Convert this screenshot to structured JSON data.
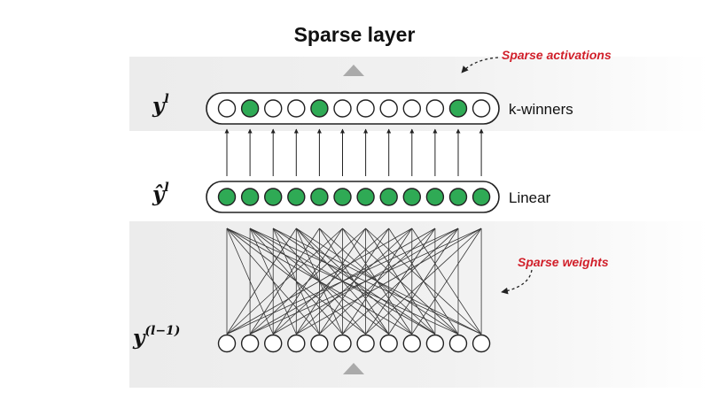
{
  "title": "Sparse layer",
  "labels": {
    "top_layer": "k-winners",
    "mid_layer": "Linear"
  },
  "math": {
    "top_base": "y",
    "top_sup": "l",
    "mid_base": "ŷ",
    "mid_sup": "l",
    "bottom_base": "y",
    "bottom_sup": "(l−1)"
  },
  "annotations": {
    "activations": "Sparse activations",
    "weights": "Sparse weights"
  },
  "colors": {
    "active_node": "#2faa55",
    "inactive_node": "#ffffff",
    "annotation": "#d11f2a",
    "arrow": "#aaaaaa"
  },
  "layers": {
    "kwinners_active": [
      false,
      true,
      false,
      false,
      true,
      false,
      false,
      false,
      false,
      false,
      true,
      false
    ],
    "linear_active": [
      true,
      true,
      true,
      true,
      true,
      true,
      true,
      true,
      true,
      true,
      true,
      true
    ],
    "input_active": [
      false,
      false,
      false,
      false,
      false,
      false,
      false,
      false,
      false,
      false,
      false,
      false
    ]
  },
  "connections": [
    [
      0,
      0
    ],
    [
      0,
      3
    ],
    [
      0,
      5
    ],
    [
      0,
      8
    ],
    [
      0,
      10
    ],
    [
      1,
      1
    ],
    [
      1,
      4
    ],
    [
      1,
      6
    ],
    [
      1,
      9
    ],
    [
      1,
      11
    ],
    [
      2,
      0
    ],
    [
      2,
      2
    ],
    [
      2,
      5
    ],
    [
      2,
      7
    ],
    [
      2,
      10
    ],
    [
      3,
      1
    ],
    [
      3,
      3
    ],
    [
      3,
      6
    ],
    [
      3,
      8
    ],
    [
      3,
      11
    ],
    [
      4,
      0
    ],
    [
      4,
      4
    ],
    [
      4,
      7
    ],
    [
      4,
      9
    ],
    [
      4,
      2
    ],
    [
      5,
      1
    ],
    [
      5,
      5
    ],
    [
      5,
      8
    ],
    [
      5,
      10
    ],
    [
      5,
      3
    ],
    [
      6,
      0
    ],
    [
      6,
      2
    ],
    [
      6,
      6
    ],
    [
      6,
      9
    ],
    [
      6,
      11
    ],
    [
      7,
      1
    ],
    [
      7,
      4
    ],
    [
      7,
      7
    ],
    [
      7,
      10
    ],
    [
      7,
      3
    ],
    [
      8,
      0
    ],
    [
      8,
      3
    ],
    [
      8,
      5
    ],
    [
      8,
      8
    ],
    [
      8,
      11
    ],
    [
      9,
      2
    ],
    [
      9,
      4
    ],
    [
      9,
      6
    ],
    [
      9,
      9
    ],
    [
      9,
      1
    ],
    [
      10,
      0
    ],
    [
      10,
      3
    ],
    [
      10,
      7
    ],
    [
      10,
      10
    ],
    [
      10,
      5
    ],
    [
      11,
      1
    ],
    [
      11,
      2
    ],
    [
      11,
      6
    ],
    [
      11,
      8
    ],
    [
      11,
      11
    ]
  ]
}
